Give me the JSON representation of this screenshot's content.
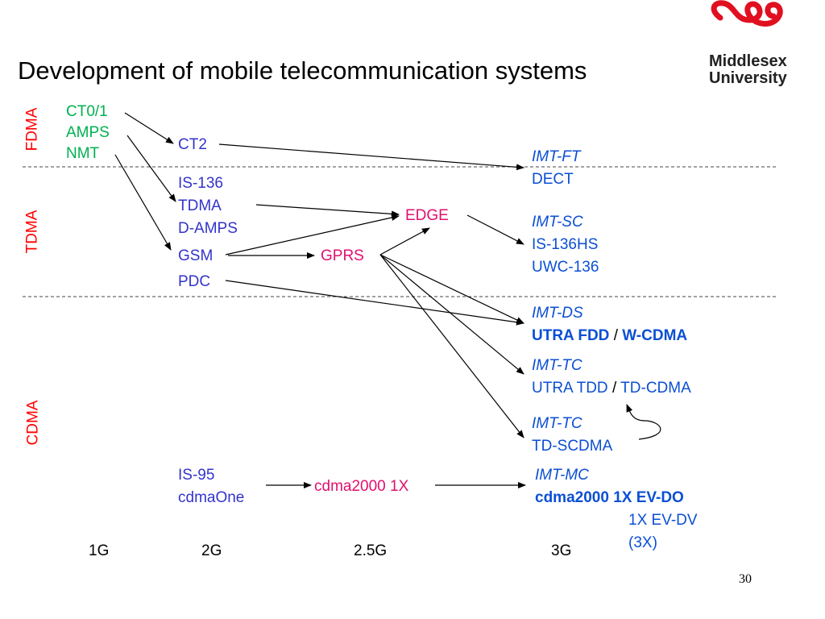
{
  "title": "Development of mobile telecommunication systems",
  "logo": {
    "line1": "Middlesex",
    "line2": "University"
  },
  "bands": {
    "fdma": "FDMA",
    "tdma": "TDMA",
    "cdma": "CDMA"
  },
  "gen1": {
    "ct01": "CT0/1",
    "amps": "AMPS",
    "nmt": "NMT"
  },
  "gen2": {
    "ct2": "CT2",
    "is136": "IS-136",
    "tdma": "TDMA",
    "damps": "D-AMPS",
    "gsm": "GSM",
    "pdc": "PDC",
    "is95": "IS-95",
    "cdmaone": "cdmaOne"
  },
  "gen25": {
    "edge": "EDGE",
    "gprs": "GPRS",
    "cdma2000_1x": "cdma2000 1X"
  },
  "gen3": {
    "imt_ft": "IMT-FT",
    "dect": "DECT",
    "imt_sc": "IMT-SC",
    "is136hs": "IS-136HS",
    "uwc136": "UWC-136",
    "imt_ds": "IMT-DS",
    "utra_fdd": "UTRA FDD",
    "slash1": "/",
    "wcdma": "W-CDMA",
    "imt_tc1": "IMT-TC",
    "utra_tdd": "UTRA TDD",
    "slash2": "/",
    "tdcdma": "TD-CDMA",
    "imt_tc2": "IMT-TC",
    "tdscdma": "TD-SCDMA",
    "imt_mc": "IMT-MC",
    "cdma2000": "cdma2000",
    "evdo": "1X EV-DO",
    "evdv": "1X EV-DV",
    "x3": "(3X)"
  },
  "generations": {
    "g1": "1G",
    "g2": "2G",
    "g25": "2.5G",
    "g3": "3G"
  },
  "page_number": "30",
  "colors": {
    "band_label": "#ff0000",
    "gen1": "#00b050",
    "gen2": "#3333cc",
    "gen25": "#e0106e",
    "gen3": "#0b4fd4",
    "logo_red": "#e01020"
  }
}
